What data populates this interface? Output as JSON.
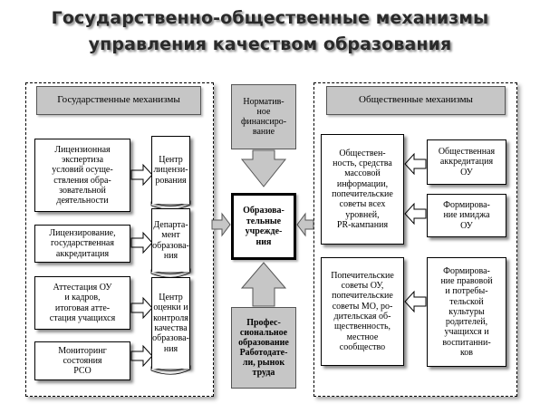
{
  "title_line1": "Государственно-общественные механизмы",
  "title_line2": "управления качеством образования",
  "left_header": "Государственные механизмы",
  "right_header": "Общественные механизмы",
  "center_top": "Норматив-\nное\nфинансиро-\nвание",
  "center_box": "Образова-\nтельные\nучрежде-\nния",
  "center_bottom": "Профес-\nсиональное\nобразование\nРаботодате-\nли, рынок\nтруда",
  "left_items": [
    "Лицензионная\nэкспертиза\nусловий осуще-\nствления обра-\nзовательной\nдеятельности",
    "Лицензирование,\nгосударственная\nаккредитация",
    "Аттестация ОУ\nи кадров,\nитоговая атте-\nстация учащихся",
    "Мониторинг\nсостояния\nРСО"
  ],
  "left_centers": [
    "Центр\nлицензи-\nрования",
    "Департа-\nмент\nобразова-\nния",
    "Центр\nоценки и\nконтроля\nкачества\nобразова-\nния"
  ],
  "right_items": [
    "Общественная\nаккредитация\nОУ",
    "Формирова-\nние имиджа\nОУ",
    "Формирова-\nние правовой\nи потребы-\nтельской\nкультуры\nродителей,\nучащихся и\nвоспитанни-\nков"
  ],
  "right_centers": [
    "Обществен-\nность, средства\nмассовой\nинформации,\nпопечительские\nсоветы всех\nуровней,\nPR-кампания",
    "Попечительские\nсоветы ОУ,\nпопечительские\nсоветы МО, ро-\nдительская об-\nщественность,\nместное\nсообщество"
  ]
}
